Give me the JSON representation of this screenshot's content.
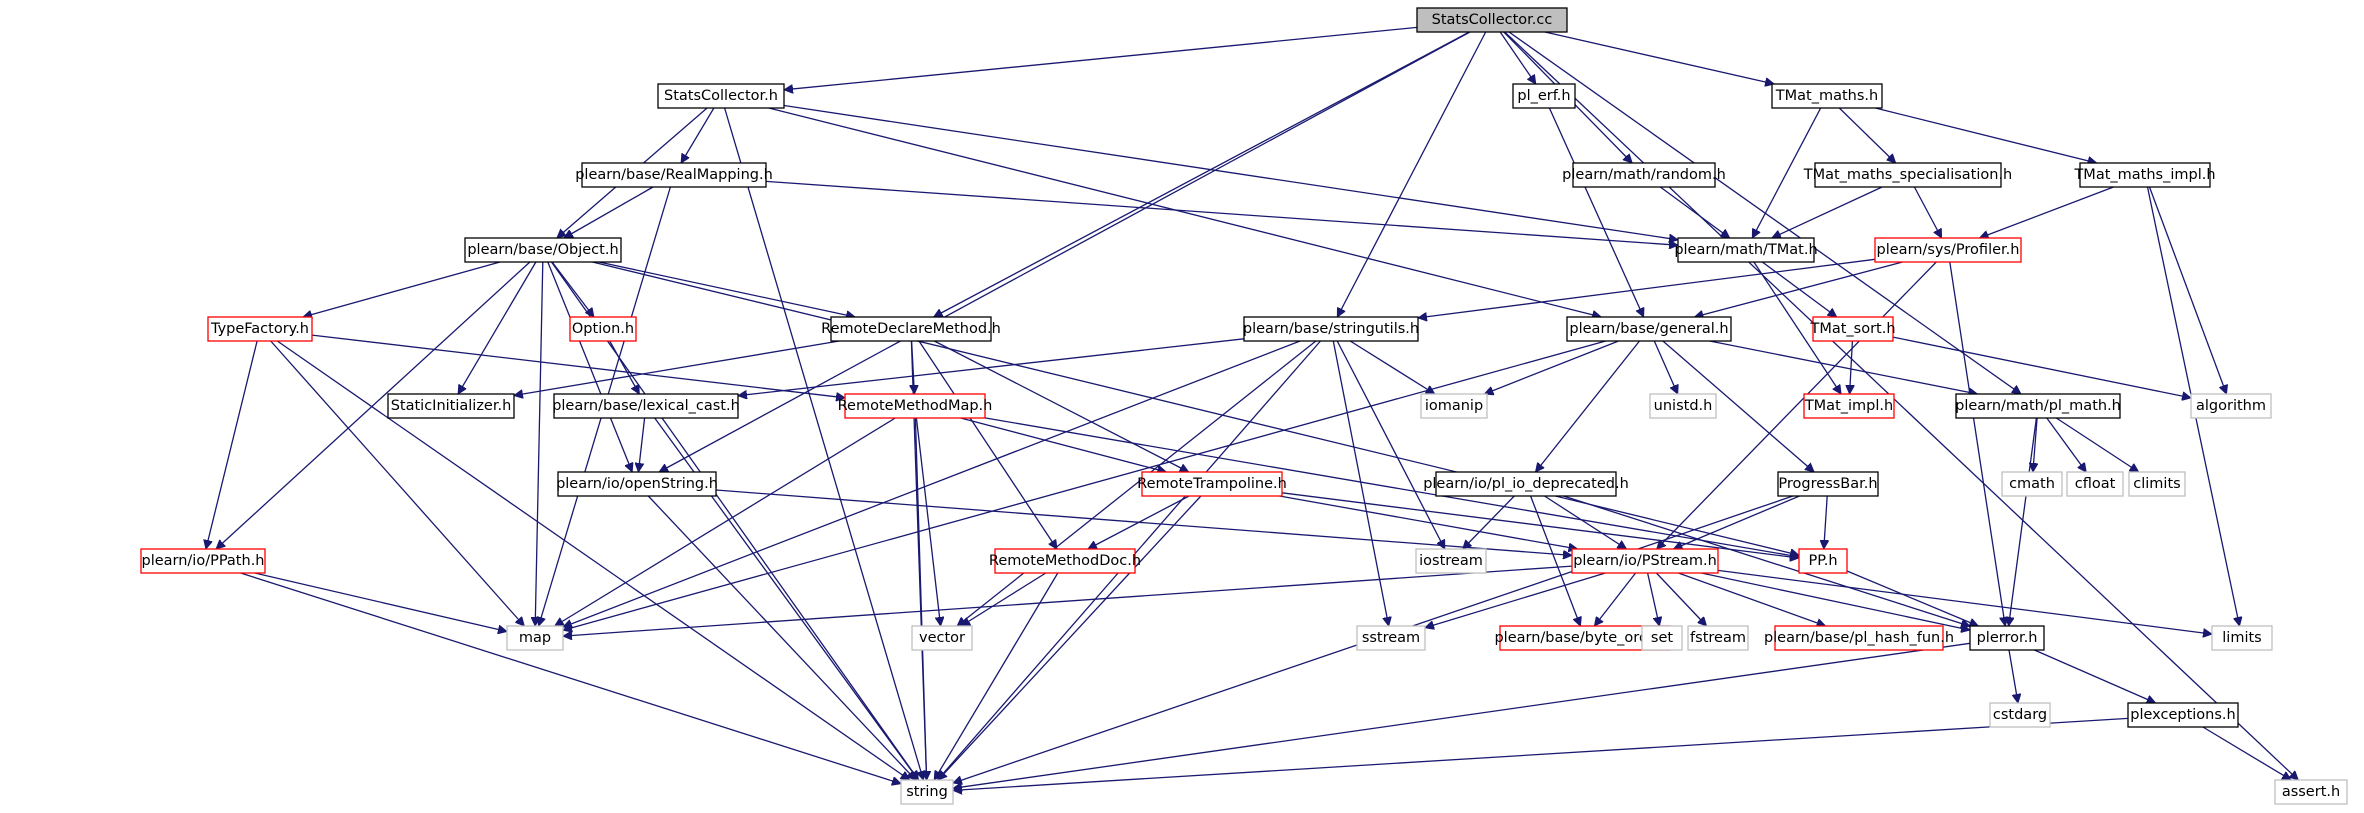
{
  "colors": {
    "edge": "#191970",
    "root_fill": "#bfbfbf",
    "normal_border": "#000000",
    "red_border": "#ff0000",
    "external_border": "#bfbfbf",
    "box_fill": "#ffffff"
  },
  "nodes": [
    {
      "id": "root",
      "label": "StatsCollector.cc",
      "kind": "root"
    },
    {
      "id": "statscollector_h",
      "label": "StatsCollector.h",
      "kind": "normal"
    },
    {
      "id": "pl_erf",
      "label": "pl_erf.h",
      "kind": "normal"
    },
    {
      "id": "tmat_maths",
      "label": "TMat_maths.h",
      "kind": "normal"
    },
    {
      "id": "realmapping",
      "label": "plearn/base/RealMapping.h",
      "kind": "normal"
    },
    {
      "id": "random",
      "label": "plearn/math/random.h",
      "kind": "normal"
    },
    {
      "id": "tmat_spec",
      "label": "TMat_maths_specialisation.h",
      "kind": "normal"
    },
    {
      "id": "tmat_impl_maths",
      "label": "TMat_maths_impl.h",
      "kind": "normal"
    },
    {
      "id": "object",
      "label": "plearn/base/Object.h",
      "kind": "normal"
    },
    {
      "id": "tmat",
      "label": "plearn/math/TMat.h",
      "kind": "normal"
    },
    {
      "id": "profiler",
      "label": "plearn/sys/Profiler.h",
      "kind": "red"
    },
    {
      "id": "typefactory",
      "label": "TypeFactory.h",
      "kind": "red"
    },
    {
      "id": "option",
      "label": "Option.h",
      "kind": "red"
    },
    {
      "id": "remotedeclare",
      "label": "RemoteDeclareMethod.h",
      "kind": "normal"
    },
    {
      "id": "stringutils",
      "label": "plearn/base/stringutils.h",
      "kind": "normal"
    },
    {
      "id": "general",
      "label": "plearn/base/general.h",
      "kind": "normal"
    },
    {
      "id": "tmat_sort",
      "label": "TMat_sort.h",
      "kind": "red"
    },
    {
      "id": "staticinit",
      "label": "StaticInitializer.h",
      "kind": "normal"
    },
    {
      "id": "lexical_cast",
      "label": "plearn/base/lexical_cast.h",
      "kind": "normal"
    },
    {
      "id": "remotemethodmap",
      "label": "RemoteMethodMap.h",
      "kind": "red"
    },
    {
      "id": "iomanip",
      "label": "iomanip",
      "kind": "external"
    },
    {
      "id": "unistd",
      "label": "unistd.h",
      "kind": "external"
    },
    {
      "id": "tmat_impl",
      "label": "TMat_impl.h",
      "kind": "red"
    },
    {
      "id": "pl_math",
      "label": "plearn/math/pl_math.h",
      "kind": "normal"
    },
    {
      "id": "algorithm",
      "label": "algorithm",
      "kind": "external"
    },
    {
      "id": "openstring",
      "label": "plearn/io/openString.h",
      "kind": "normal"
    },
    {
      "id": "remotetrampoline",
      "label": "RemoteTrampoline.h",
      "kind": "red"
    },
    {
      "id": "pl_io_dep",
      "label": "plearn/io/pl_io_deprecated.h",
      "kind": "normal"
    },
    {
      "id": "progressbar",
      "label": "ProgressBar.h",
      "kind": "normal"
    },
    {
      "id": "cmath",
      "label": "cmath",
      "kind": "external"
    },
    {
      "id": "cfloat",
      "label": "cfloat",
      "kind": "external"
    },
    {
      "id": "climits",
      "label": "climits",
      "kind": "external"
    },
    {
      "id": "ppath",
      "label": "plearn/io/PPath.h",
      "kind": "red"
    },
    {
      "id": "remotemethoddoc",
      "label": "RemoteMethodDoc.h",
      "kind": "red"
    },
    {
      "id": "iostream",
      "label": "iostream",
      "kind": "external"
    },
    {
      "id": "pstream",
      "label": "plearn/io/PStream.h",
      "kind": "red"
    },
    {
      "id": "pp",
      "label": "PP.h",
      "kind": "red"
    },
    {
      "id": "map",
      "label": "map",
      "kind": "external"
    },
    {
      "id": "vector",
      "label": "vector",
      "kind": "external"
    },
    {
      "id": "sstream",
      "label": "sstream",
      "kind": "external"
    },
    {
      "id": "byte_order",
      "label": "plearn/base/byte_order.h",
      "kind": "red"
    },
    {
      "id": "set",
      "label": "set",
      "kind": "external"
    },
    {
      "id": "fstream",
      "label": "fstream",
      "kind": "external"
    },
    {
      "id": "pl_hash_fun",
      "label": "plearn/base/pl_hash_fun.h",
      "kind": "red"
    },
    {
      "id": "plerror",
      "label": "plerror.h",
      "kind": "normal"
    },
    {
      "id": "limits",
      "label": "limits",
      "kind": "external"
    },
    {
      "id": "cstdarg",
      "label": "cstdarg",
      "kind": "external"
    },
    {
      "id": "plexceptions",
      "label": "plexceptions.h",
      "kind": "normal"
    },
    {
      "id": "string",
      "label": "string",
      "kind": "external"
    },
    {
      "id": "assert",
      "label": "assert.h",
      "kind": "external"
    }
  ],
  "edges": [
    [
      "root",
      "statscollector_h"
    ],
    [
      "root",
      "pl_erf"
    ],
    [
      "root",
      "tmat_maths"
    ],
    [
      "root",
      "random"
    ],
    [
      "root",
      "openstring"
    ],
    [
      "root",
      "remotedeclare"
    ],
    [
      "root",
      "stringutils"
    ],
    [
      "root",
      "pl_math"
    ],
    [
      "root",
      "assert"
    ],
    [
      "statscollector_h",
      "realmapping"
    ],
    [
      "statscollector_h",
      "object"
    ],
    [
      "statscollector_h",
      "tmat"
    ],
    [
      "statscollector_h",
      "general"
    ],
    [
      "statscollector_h",
      "string"
    ],
    [
      "pl_erf",
      "general"
    ],
    [
      "tmat_maths",
      "tmat_spec"
    ],
    [
      "tmat_maths",
      "tmat_impl_maths"
    ],
    [
      "tmat_maths",
      "tmat"
    ],
    [
      "realmapping",
      "object"
    ],
    [
      "realmapping",
      "tmat"
    ],
    [
      "realmapping",
      "map"
    ],
    [
      "random",
      "tmat"
    ],
    [
      "tmat_spec",
      "tmat"
    ],
    [
      "tmat_spec",
      "profiler"
    ],
    [
      "tmat_impl_maths",
      "profiler"
    ],
    [
      "tmat_impl_maths",
      "algorithm"
    ],
    [
      "tmat_impl_maths",
      "limits"
    ],
    [
      "object",
      "typefactory"
    ],
    [
      "object",
      "option"
    ],
    [
      "object",
      "remotedeclare"
    ],
    [
      "object",
      "staticinit"
    ],
    [
      "object",
      "openstring"
    ],
    [
      "object",
      "ppath"
    ],
    [
      "object",
      "map"
    ],
    [
      "object",
      "pp"
    ],
    [
      "object",
      "string"
    ],
    [
      "tmat",
      "tmat_sort"
    ],
    [
      "tmat",
      "tmat_impl"
    ],
    [
      "profiler",
      "stringutils"
    ],
    [
      "profiler",
      "general"
    ],
    [
      "profiler",
      "pstream"
    ],
    [
      "profiler",
      "plerror"
    ],
    [
      "typefactory",
      "remotemethodmap"
    ],
    [
      "typefactory",
      "ppath"
    ],
    [
      "typefactory",
      "map"
    ],
    [
      "typefactory",
      "string"
    ],
    [
      "option",
      "lexical_cast"
    ],
    [
      "remotedeclare",
      "staticinit"
    ],
    [
      "remotedeclare",
      "remotemethodmap"
    ],
    [
      "remotedeclare",
      "remotetrampoline"
    ],
    [
      "remotedeclare",
      "remotemethoddoc"
    ],
    [
      "remotedeclare",
      "string"
    ],
    [
      "stringutils",
      "lexical_cast"
    ],
    [
      "stringutils",
      "iomanip"
    ],
    [
      "stringutils",
      "map"
    ],
    [
      "stringutils",
      "vector"
    ],
    [
      "stringutils",
      "iostream"
    ],
    [
      "stringutils",
      "sstream"
    ],
    [
      "stringutils",
      "string"
    ],
    [
      "general",
      "iomanip"
    ],
    [
      "general",
      "unistd"
    ],
    [
      "general",
      "pl_math"
    ],
    [
      "general",
      "progressbar"
    ],
    [
      "general",
      "pl_io_dep"
    ],
    [
      "general",
      "map"
    ],
    [
      "tmat_sort",
      "tmat_impl"
    ],
    [
      "tmat_sort",
      "algorithm"
    ],
    [
      "lexical_cast",
      "openstring"
    ],
    [
      "lexical_cast",
      "string"
    ],
    [
      "remotemethodmap",
      "remotetrampoline"
    ],
    [
      "remotemethodmap",
      "pp"
    ],
    [
      "remotemethodmap",
      "map"
    ],
    [
      "remotemethodmap",
      "vector"
    ],
    [
      "remotemethodmap",
      "string"
    ],
    [
      "pl_math",
      "cmath"
    ],
    [
      "pl_math",
      "cfloat"
    ],
    [
      "pl_math",
      "climits"
    ],
    [
      "pl_math",
      "plerror"
    ],
    [
      "openstring",
      "pstream"
    ],
    [
      "openstring",
      "string"
    ],
    [
      "remotetrampoline",
      "remotemethoddoc"
    ],
    [
      "remotetrampoline",
      "pstream"
    ],
    [
      "remotetrampoline",
      "pp"
    ],
    [
      "remotetrampoline",
      "string"
    ],
    [
      "pl_io_dep",
      "iostream"
    ],
    [
      "pl_io_dep",
      "pstream"
    ],
    [
      "pl_io_dep",
      "byte_order"
    ],
    [
      "pl_io_dep",
      "plerror"
    ],
    [
      "progressbar",
      "pstream"
    ],
    [
      "progressbar",
      "pp"
    ],
    [
      "progressbar",
      "string"
    ],
    [
      "ppath",
      "map"
    ],
    [
      "ppath",
      "string"
    ],
    [
      "remotemethoddoc",
      "vector"
    ],
    [
      "remotemethoddoc",
      "string"
    ],
    [
      "pstream",
      "map"
    ],
    [
      "pstream",
      "sstream"
    ],
    [
      "pstream",
      "byte_order"
    ],
    [
      "pstream",
      "set"
    ],
    [
      "pstream",
      "fstream"
    ],
    [
      "pstream",
      "pl_hash_fun"
    ],
    [
      "pstream",
      "plerror"
    ],
    [
      "pstream",
      "limits"
    ],
    [
      "pp",
      "plerror"
    ],
    [
      "plerror",
      "cstdarg"
    ],
    [
      "plerror",
      "plexceptions"
    ],
    [
      "plerror",
      "string"
    ],
    [
      "plexceptions",
      "assert"
    ],
    [
      "plexceptions",
      "string"
    ]
  ]
}
